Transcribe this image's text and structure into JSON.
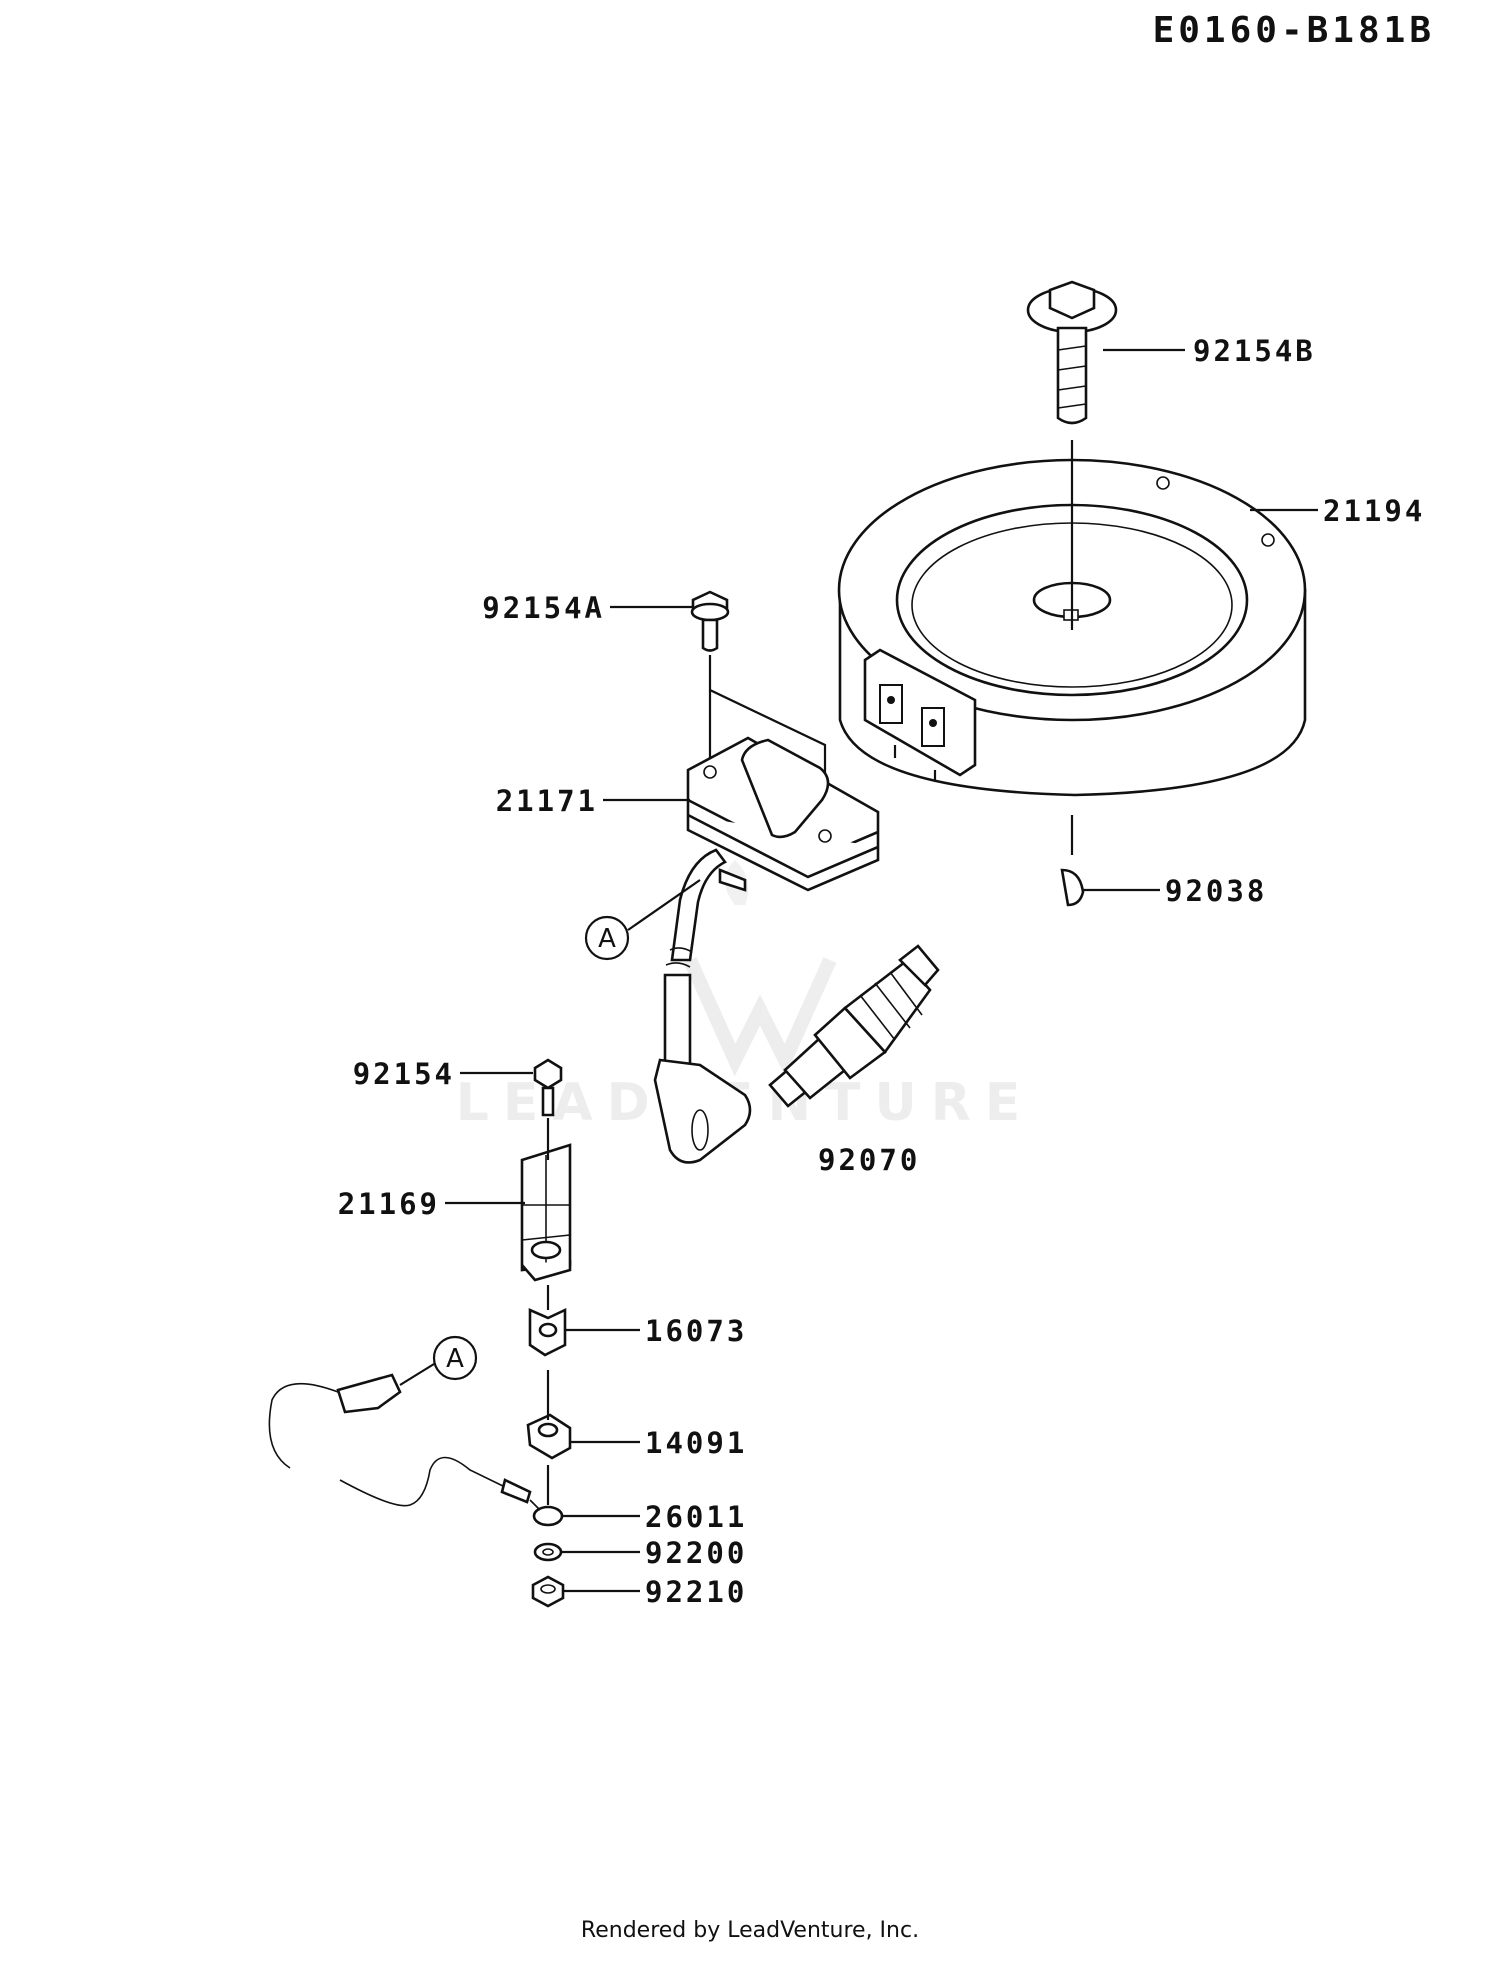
{
  "diagram_code": "E0160-B181B",
  "footer_text": "Rendered by LeadVenture, Inc.",
  "watermark_text": "LEADVENTURE",
  "reference_marker": "A",
  "parts": [
    {
      "id": "92154B"
    },
    {
      "id": "21194"
    },
    {
      "id": "92154A"
    },
    {
      "id": "21171"
    },
    {
      "id": "92038"
    },
    {
      "id": "92154"
    },
    {
      "id": "92070"
    },
    {
      "id": "21169"
    },
    {
      "id": "16073"
    },
    {
      "id": "14091"
    },
    {
      "id": "26011"
    },
    {
      "id": "92200"
    },
    {
      "id": "92210"
    }
  ],
  "colors": {
    "ink": "#111111",
    "background": "#ffffff",
    "watermark": "#dddddd"
  }
}
